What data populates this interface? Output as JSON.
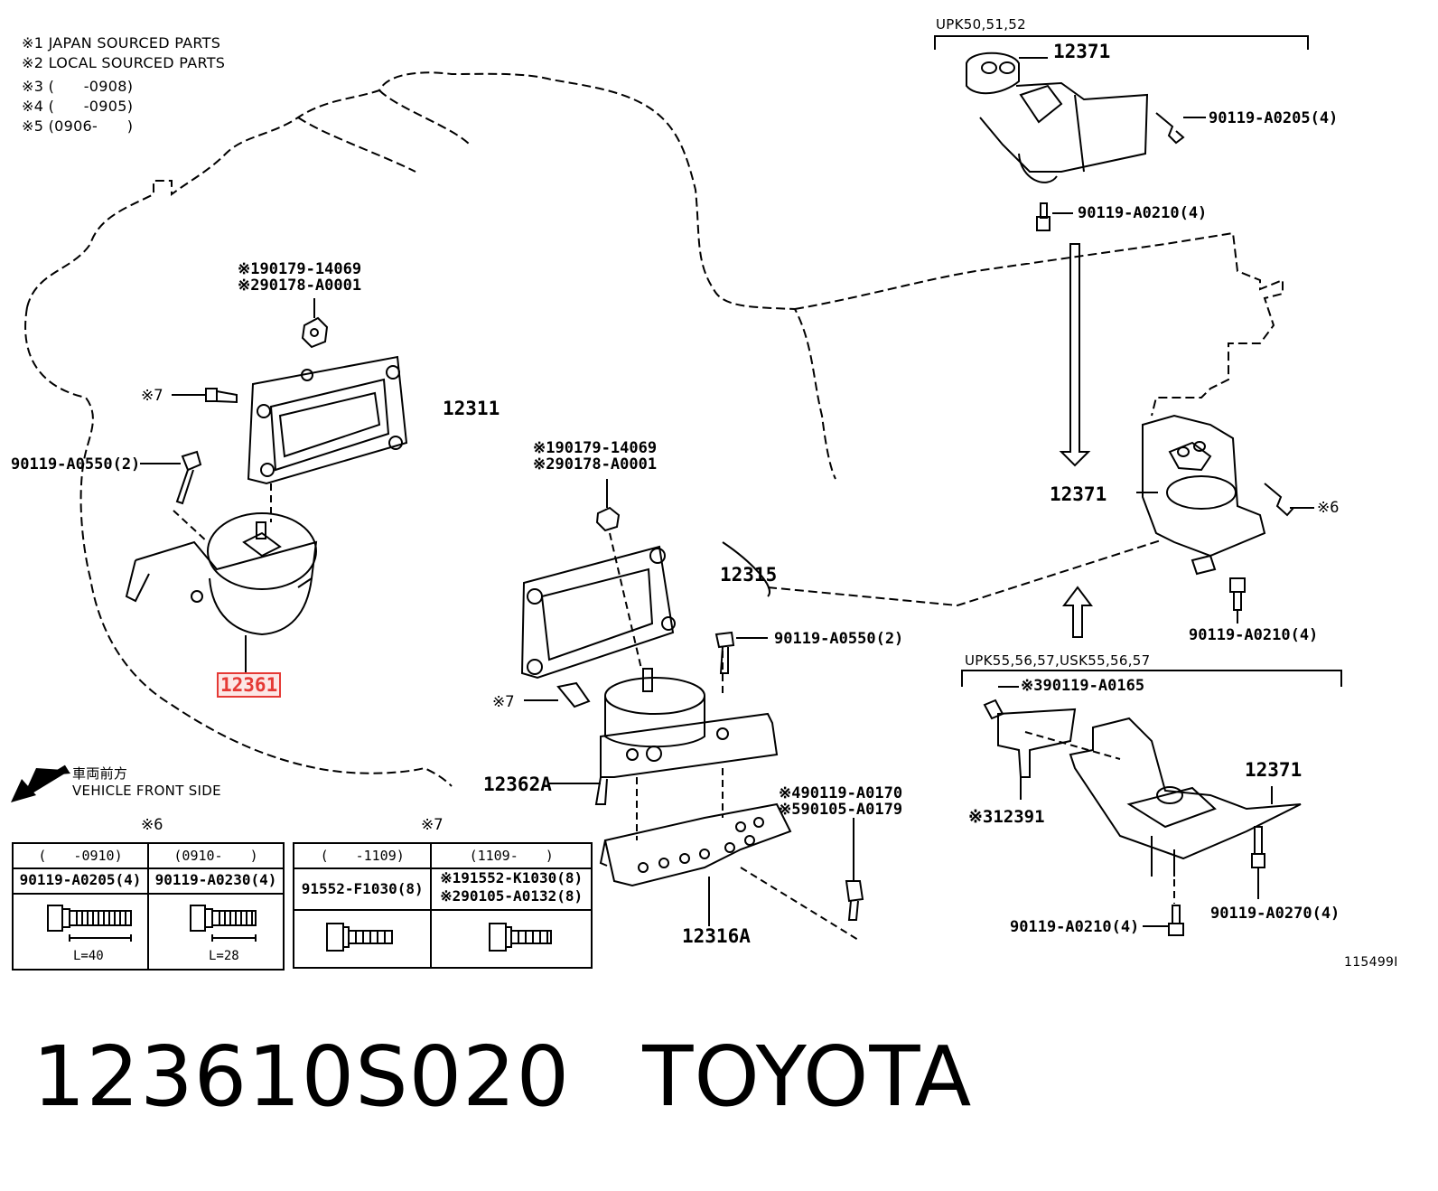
{
  "notes": [
    "※1 JAPAN SOURCED PARTS",
    "※2 LOCAL SOURCED PARTS",
    "※3 (　　-0908)",
    "※4 (　　-0905)",
    "※5 (0906-　　)"
  ],
  "labels": {
    "nut_a_1": "※190179-14069",
    "nut_a_2": "※290178-A0001",
    "p12311": "12311",
    "bolt_a7": "※7",
    "bolt_0550_left": "90119-A0550(2)",
    "p12361": "12361",
    "nut_b_1": "※190179-14069",
    "nut_b_2": "※290178-A0001",
    "p12315": "12315",
    "bolt_0550_mid": "90119-A0550(2)",
    "bolt_b7": "※7",
    "p12362A": "12362A",
    "bolt_0170": "※490119-A0170",
    "bolt_0179": "※590105-A0179",
    "p12316A": "12316A",
    "upk_top": "UPK50,51,52",
    "p12371_top": "12371",
    "bolt_0205_top": "90119-A0205(4)",
    "bolt_0210_top": "90119-A0210(4)",
    "p12371_mid": "12371",
    "bolt_mid6": "※6",
    "bolt_0210_mid": "90119-A0210(4)",
    "upk_bottom": "UPK55,56,57,USK55,56,57",
    "bolt_0165": "※390119-A0165",
    "p12371_bot": "12371",
    "p12391": "※312391",
    "bolt_0210_bot": "90119-A0210(4)",
    "bolt_0270": "90119-A0270(4)",
    "front_jp": "車両前方",
    "front_en": "VEHICLE FRONT SIDE",
    "figure_id": "115499I"
  },
  "table6": {
    "mark": "※6",
    "headers": [
      "(　　-0910)",
      "(0910-　　)"
    ],
    "parts": [
      "90119-A0205(4)",
      "90119-A0230(4)"
    ],
    "lengths": [
      "L=40",
      "L=28"
    ]
  },
  "table7": {
    "mark": "※7",
    "headers": [
      "(　　-1109)",
      "(1109-　　)"
    ],
    "parts": [
      "91552-F1030(8)",
      "※191552-K1030(8)",
      "※290105-A0132(8)"
    ]
  },
  "caption": {
    "part_number": "123610S020",
    "brand": "TOYOTA"
  },
  "colors": {
    "highlight": "#e53935",
    "ink": "#000000"
  }
}
